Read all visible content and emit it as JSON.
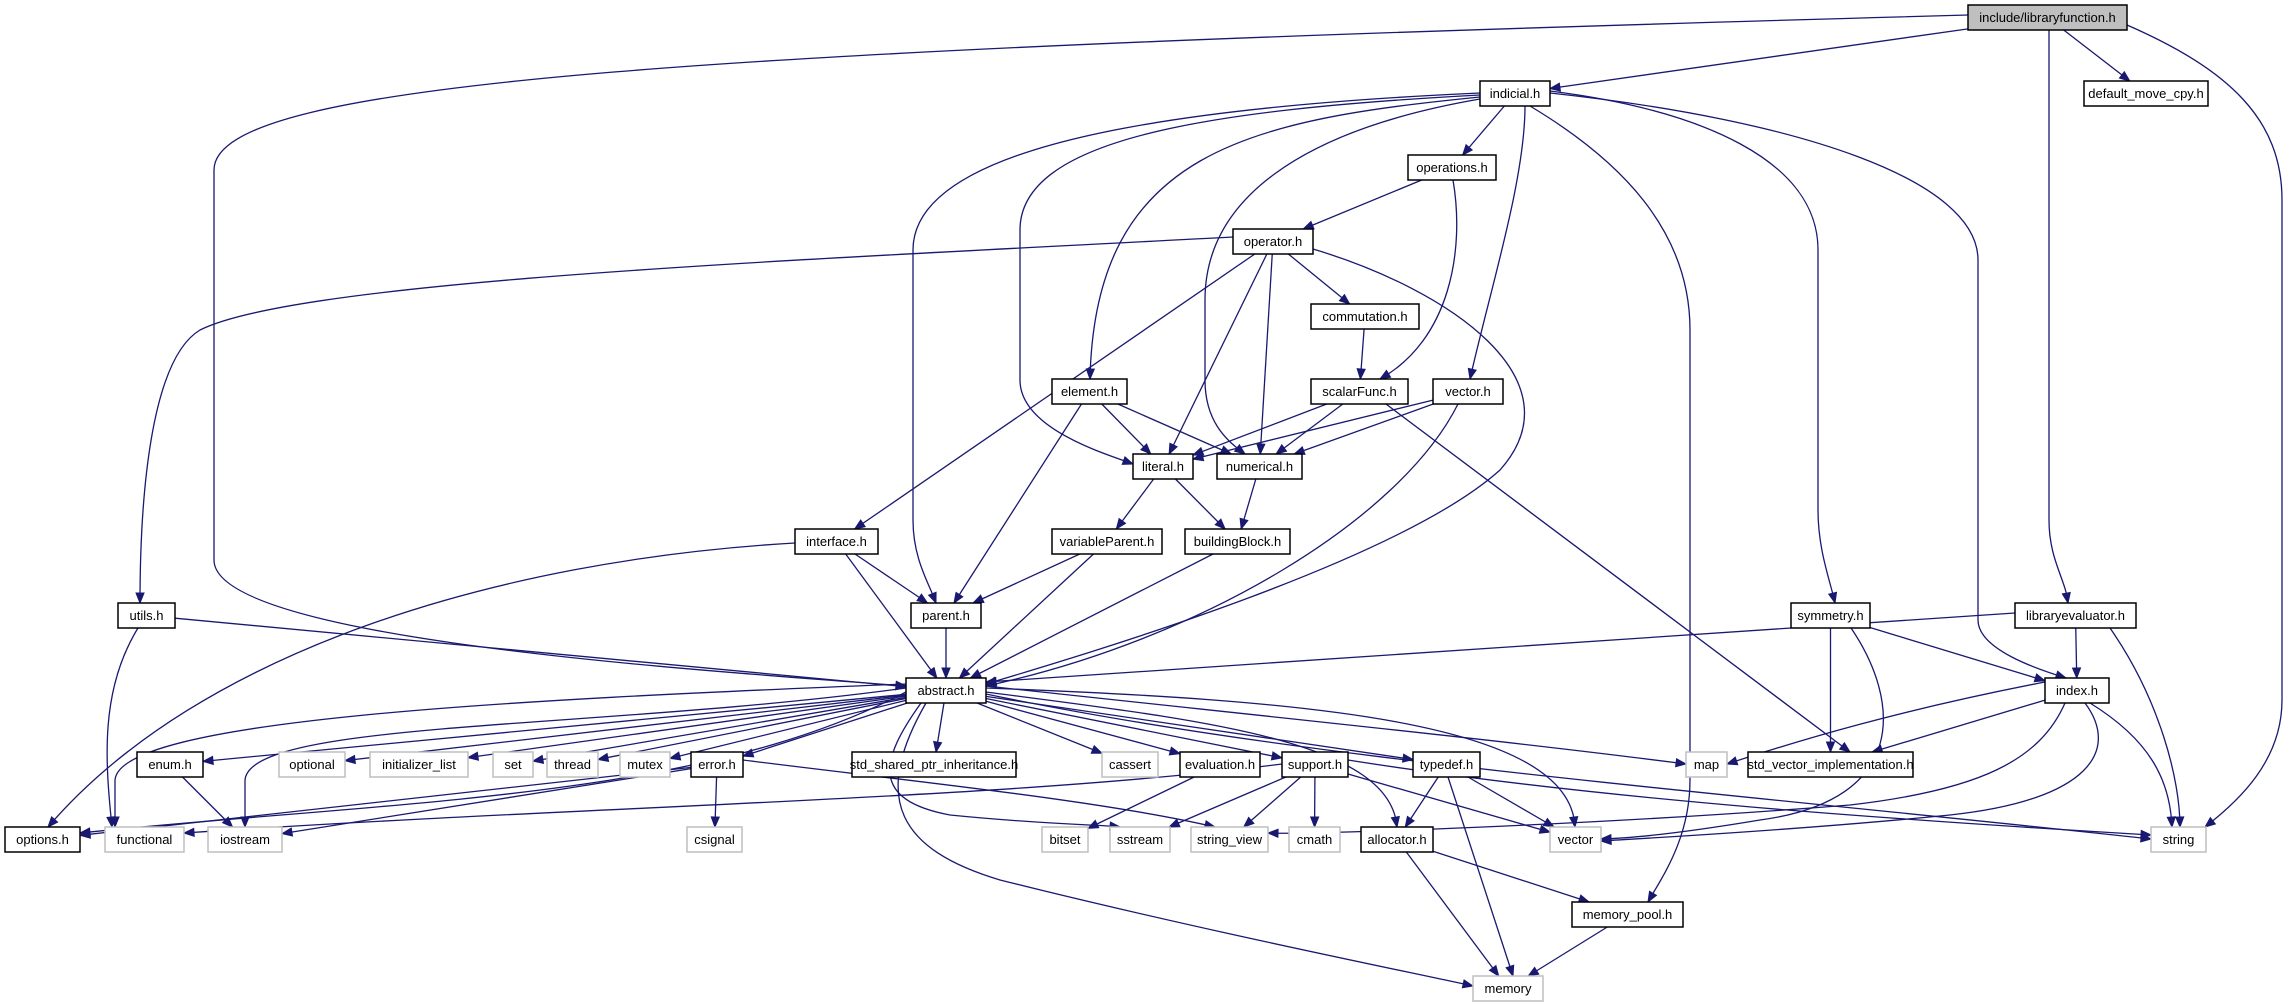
{
  "diagram": {
    "title": "include/libraryfunction.h include dependency graph",
    "root": "include/libraryfunction.h",
    "colors": {
      "edge": "#191970",
      "root_fill": "#bfbfbf",
      "local_border": "#000000",
      "system_border": "#bfbfbf"
    },
    "nodes": [
      {
        "id": "libraryfunction",
        "label": "include/libraryfunction.h",
        "kind": "root"
      },
      {
        "id": "indicial",
        "label": "indicial.h",
        "kind": "local"
      },
      {
        "id": "default_move_cpy",
        "label": "default_move_cpy.h",
        "kind": "local"
      },
      {
        "id": "operations",
        "label": "operations.h",
        "kind": "local"
      },
      {
        "id": "operator",
        "label": "operator.h",
        "kind": "local"
      },
      {
        "id": "commutation",
        "label": "commutation.h",
        "kind": "local"
      },
      {
        "id": "element",
        "label": "element.h",
        "kind": "local"
      },
      {
        "id": "scalarFunc",
        "label": "scalarFunc.h",
        "kind": "local"
      },
      {
        "id": "vector_h",
        "label": "vector.h",
        "kind": "local"
      },
      {
        "id": "literal",
        "label": "literal.h",
        "kind": "local"
      },
      {
        "id": "numerical",
        "label": "numerical.h",
        "kind": "local"
      },
      {
        "id": "interface",
        "label": "interface.h",
        "kind": "local"
      },
      {
        "id": "variableParent",
        "label": "variableParent.h",
        "kind": "local"
      },
      {
        "id": "buildingBlock",
        "label": "buildingBlock.h",
        "kind": "local"
      },
      {
        "id": "utils",
        "label": "utils.h",
        "kind": "local"
      },
      {
        "id": "parent",
        "label": "parent.h",
        "kind": "local"
      },
      {
        "id": "symmetry",
        "label": "symmetry.h",
        "kind": "local"
      },
      {
        "id": "libraryevaluator",
        "label": "libraryevaluator.h",
        "kind": "local"
      },
      {
        "id": "abstract",
        "label": "abstract.h",
        "kind": "local"
      },
      {
        "id": "index",
        "label": "index.h",
        "kind": "local"
      },
      {
        "id": "enum",
        "label": "enum.h",
        "kind": "local"
      },
      {
        "id": "optional",
        "label": "optional",
        "kind": "system"
      },
      {
        "id": "initializer_list",
        "label": "initializer_list",
        "kind": "system"
      },
      {
        "id": "set",
        "label": "set",
        "kind": "system"
      },
      {
        "id": "thread",
        "label": "thread",
        "kind": "system"
      },
      {
        "id": "mutex",
        "label": "mutex",
        "kind": "system"
      },
      {
        "id": "error",
        "label": "error.h",
        "kind": "local"
      },
      {
        "id": "std_shared_ptr_inheritance",
        "label": "std_shared_ptr_inheritance.h",
        "kind": "local"
      },
      {
        "id": "cassert",
        "label": "cassert",
        "kind": "system"
      },
      {
        "id": "evaluation",
        "label": "evaluation.h",
        "kind": "local"
      },
      {
        "id": "support",
        "label": "support.h",
        "kind": "local"
      },
      {
        "id": "typedef",
        "label": "typedef.h",
        "kind": "local"
      },
      {
        "id": "map",
        "label": "map",
        "kind": "system"
      },
      {
        "id": "std_vector_implementation",
        "label": "std_vector_implementation.h",
        "kind": "local"
      },
      {
        "id": "options",
        "label": "options.h",
        "kind": "local"
      },
      {
        "id": "functional",
        "label": "functional",
        "kind": "system"
      },
      {
        "id": "iostream",
        "label": "iostream",
        "kind": "system"
      },
      {
        "id": "csignal",
        "label": "csignal",
        "kind": "system"
      },
      {
        "id": "bitset",
        "label": "bitset",
        "kind": "system"
      },
      {
        "id": "sstream",
        "label": "sstream",
        "kind": "system"
      },
      {
        "id": "string_view",
        "label": "string_view",
        "kind": "system"
      },
      {
        "id": "cmath",
        "label": "cmath",
        "kind": "system"
      },
      {
        "id": "allocator",
        "label": "allocator.h",
        "kind": "local"
      },
      {
        "id": "vector",
        "label": "vector",
        "kind": "system"
      },
      {
        "id": "string",
        "label": "string",
        "kind": "system"
      },
      {
        "id": "memory_pool",
        "label": "memory_pool.h",
        "kind": "local"
      },
      {
        "id": "memory",
        "label": "memory",
        "kind": "system"
      }
    ],
    "edges": [
      [
        "libraryfunction",
        "indicial"
      ],
      [
        "libraryfunction",
        "default_move_cpy"
      ],
      [
        "libraryfunction",
        "abstract"
      ],
      [
        "libraryfunction",
        "libraryevaluator"
      ],
      [
        "libraryfunction",
        "string"
      ],
      [
        "indicial",
        "operations"
      ],
      [
        "indicial",
        "element"
      ],
      [
        "indicial",
        "literal"
      ],
      [
        "indicial",
        "numerical"
      ],
      [
        "indicial",
        "parent"
      ],
      [
        "indicial",
        "vector_h"
      ],
      [
        "indicial",
        "symmetry"
      ],
      [
        "indicial",
        "index"
      ],
      [
        "indicial",
        "memory_pool"
      ],
      [
        "operations",
        "operator"
      ],
      [
        "operations",
        "scalarFunc"
      ],
      [
        "operator",
        "commutation"
      ],
      [
        "operator",
        "literal"
      ],
      [
        "operator",
        "numerical"
      ],
      [
        "operator",
        "interface"
      ],
      [
        "operator",
        "utils"
      ],
      [
        "operator",
        "abstract"
      ],
      [
        "commutation",
        "scalarFunc"
      ],
      [
        "element",
        "literal"
      ],
      [
        "element",
        "numerical"
      ],
      [
        "element",
        "parent"
      ],
      [
        "scalarFunc",
        "literal"
      ],
      [
        "scalarFunc",
        "numerical"
      ],
      [
        "scalarFunc",
        "std_vector_implementation"
      ],
      [
        "vector_h",
        "literal"
      ],
      [
        "vector_h",
        "numerical"
      ],
      [
        "vector_h",
        "abstract"
      ],
      [
        "literal",
        "variableParent"
      ],
      [
        "literal",
        "buildingBlock"
      ],
      [
        "numerical",
        "buildingBlock"
      ],
      [
        "interface",
        "parent"
      ],
      [
        "interface",
        "abstract"
      ],
      [
        "interface",
        "options"
      ],
      [
        "variableParent",
        "parent"
      ],
      [
        "variableParent",
        "abstract"
      ],
      [
        "buildingBlock",
        "abstract"
      ],
      [
        "utils",
        "abstract"
      ],
      [
        "utils",
        "functional"
      ],
      [
        "parent",
        "abstract"
      ],
      [
        "symmetry",
        "std_vector_implementation"
      ],
      [
        "symmetry",
        "index"
      ],
      [
        "symmetry",
        "vector"
      ],
      [
        "libraryevaluator",
        "abstract"
      ],
      [
        "libraryevaluator",
        "index"
      ],
      [
        "libraryevaluator",
        "string"
      ],
      [
        "index",
        "map"
      ],
      [
        "index",
        "std_vector_implementation"
      ],
      [
        "index",
        "string_view"
      ],
      [
        "index",
        "vector"
      ],
      [
        "index",
        "string"
      ],
      [
        "abstract",
        "enum"
      ],
      [
        "abstract",
        "optional"
      ],
      [
        "abstract",
        "initializer_list"
      ],
      [
        "abstract",
        "set"
      ],
      [
        "abstract",
        "thread"
      ],
      [
        "abstract",
        "mutex"
      ],
      [
        "abstract",
        "error"
      ],
      [
        "abstract",
        "std_shared_ptr_inheritance"
      ],
      [
        "abstract",
        "cassert"
      ],
      [
        "abstract",
        "evaluation"
      ],
      [
        "abstract",
        "support"
      ],
      [
        "abstract",
        "typedef"
      ],
      [
        "abstract",
        "map"
      ],
      [
        "abstract",
        "functional"
      ],
      [
        "abstract",
        "iostream"
      ],
      [
        "abstract",
        "sstream"
      ],
      [
        "abstract",
        "allocator"
      ],
      [
        "abstract",
        "vector"
      ],
      [
        "abstract",
        "string"
      ],
      [
        "abstract",
        "memory"
      ],
      [
        "abstract",
        "options"
      ],
      [
        "enum",
        "iostream"
      ],
      [
        "error",
        "csignal"
      ],
      [
        "error",
        "options"
      ],
      [
        "error",
        "iostream"
      ],
      [
        "error",
        "string_view"
      ],
      [
        "evaluation",
        "bitset"
      ],
      [
        "support",
        "functional"
      ],
      [
        "support",
        "sstream"
      ],
      [
        "support",
        "string_view"
      ],
      [
        "support",
        "cmath"
      ],
      [
        "support",
        "vector"
      ],
      [
        "support",
        "string"
      ],
      [
        "typedef",
        "allocator"
      ],
      [
        "typedef",
        "vector"
      ],
      [
        "typedef",
        "memory"
      ],
      [
        "allocator",
        "memory"
      ],
      [
        "allocator",
        "memory_pool"
      ],
      [
        "memory_pool",
        "memory"
      ]
    ]
  }
}
